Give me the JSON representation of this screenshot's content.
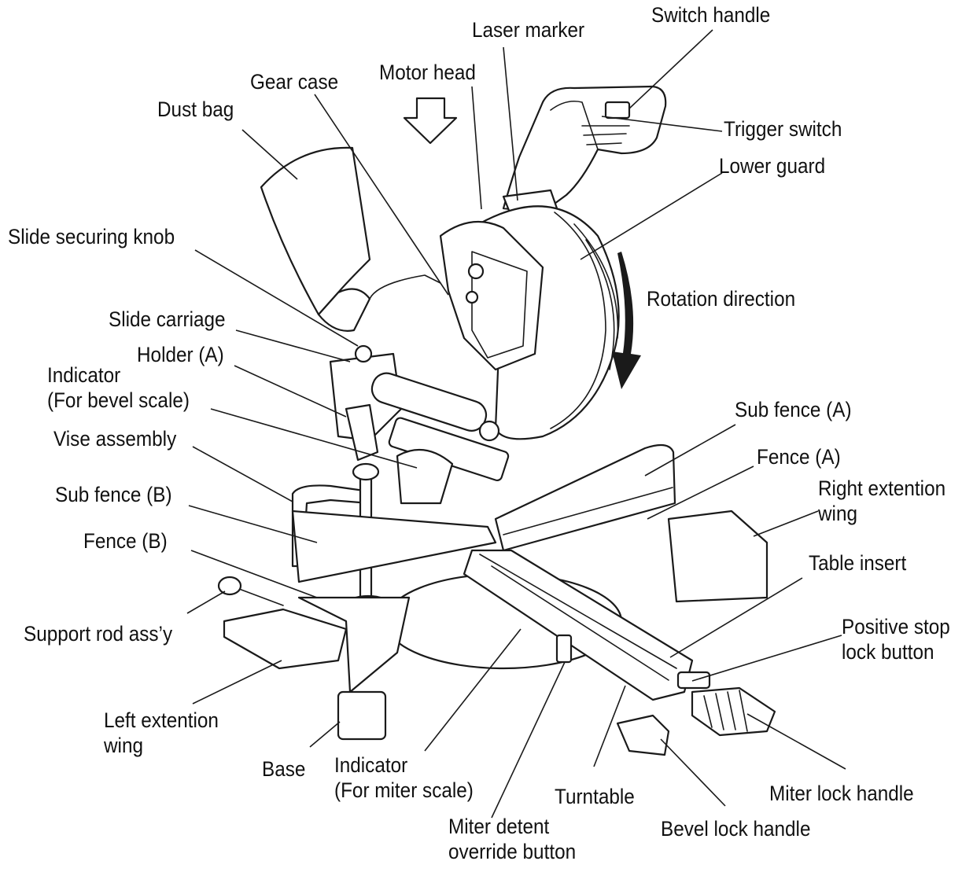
{
  "labels": {
    "switch_handle": "Switch handle",
    "laser_marker": "Laser marker",
    "motor_head": "Motor head",
    "gear_case": "Gear case",
    "dust_bag": "Dust bag",
    "trigger_switch": "Trigger switch",
    "lower_guard": "Lower guard",
    "slide_securing_knob": "Slide securing knob",
    "rotation_direction": "Rotation direction",
    "slide_carriage": "Slide carriage",
    "holder_a": "Holder (A)",
    "indicator_bevel": "Indicator\n(For bevel scale)",
    "vise_assembly": "Vise assembly",
    "sub_fence_a": "Sub fence (A)",
    "fence_a": "Fence (A)",
    "sub_fence_b": "Sub fence (B)",
    "right_extention_wing": "Right extention\nwing",
    "fence_b": "Fence (B)",
    "table_insert": "Table insert",
    "positive_stop_lock_button": "Positive stop\nlock button",
    "support_rod": "Support rod ass’y",
    "left_extention_wing": "Left extention\nwing",
    "base": "Base",
    "indicator_miter": "Indicator\n(For miter scale)",
    "turntable": "Turntable",
    "miter_lock_handle": "Miter lock handle",
    "bevel_lock_handle": "Bevel lock handle",
    "miter_detent_override_button": "Miter detent\noverride button"
  }
}
